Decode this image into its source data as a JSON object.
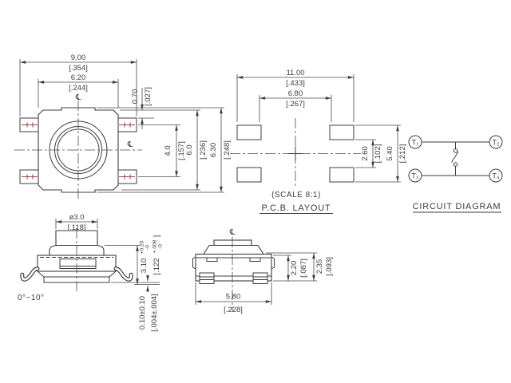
{
  "colors": {
    "line": "#3d3d3d",
    "accent_red": "#9c4a45",
    "background": "#ffffff"
  },
  "top_view": {
    "dim_overall_width_mm": "9.00",
    "dim_overall_width_in": "[.354]",
    "dim_body_width_mm": "6.20",
    "dim_body_width_in": "[.244]",
    "centerline_top": "℄",
    "centerline_side": "℄",
    "dim_terminal_offset_mm": "0.70",
    "dim_terminal_offset_in": "[.027]",
    "dim_terminal_pitch_mm": "4.0",
    "dim_terminal_pitch_in": "[.157]",
    "dim_body_height_mm": "6.0",
    "dim_body_height_in": "[.236]",
    "dim_overall_height_mm": "6.30",
    "dim_overall_height_in": "[.248]"
  },
  "pcb_layout": {
    "title": "P.C.B. LAYOUT",
    "scale_note": "(SCALE 8:1)",
    "dim_pad_span_mm": "11.00",
    "dim_pad_span_in": "[.433]",
    "dim_pad_inner_mm": "6.80",
    "dim_pad_inner_in": "[.267]",
    "dim_pad_gap_mm": "2.60",
    "dim_pad_gap_in": "[.102]",
    "dim_pad_outer_mm": "5.40",
    "dim_pad_outer_in": "[.212]"
  },
  "circuit_diagram": {
    "title": "CIRCUIT DIAGRAM",
    "terminal_1": "T₁",
    "terminal_2": "T₂",
    "terminal_3": "T₃",
    "terminal_4": "T₄"
  },
  "side_view": {
    "dim_button_dia_mm": "ø3.0",
    "dim_button_dia_in": "[.118]",
    "centerline": "℄",
    "dim_height_mm": "3.10",
    "dim_height_tol_plus": "+0.20",
    "dim_height_tol_minus": "-0",
    "dim_height_in": "[.122",
    "dim_height_in_tol_plus": "+.008",
    "dim_height_in_tol_minus": "-0",
    "dim_height_in_close": "]",
    "dim_standoff_mm": "0.10±0.10",
    "dim_standoff_in": "[.004±.004]",
    "lead_angle": "0°~10°"
  },
  "front_view": {
    "centerline": "℄",
    "dim_body_height_mm": "2.20",
    "dim_body_height_in": "[.087]",
    "dim_total_height_mm": "2.35",
    "dim_total_height_in": "[.093]",
    "dim_width_mm": "5.80",
    "dim_width_in": "[.228]"
  }
}
